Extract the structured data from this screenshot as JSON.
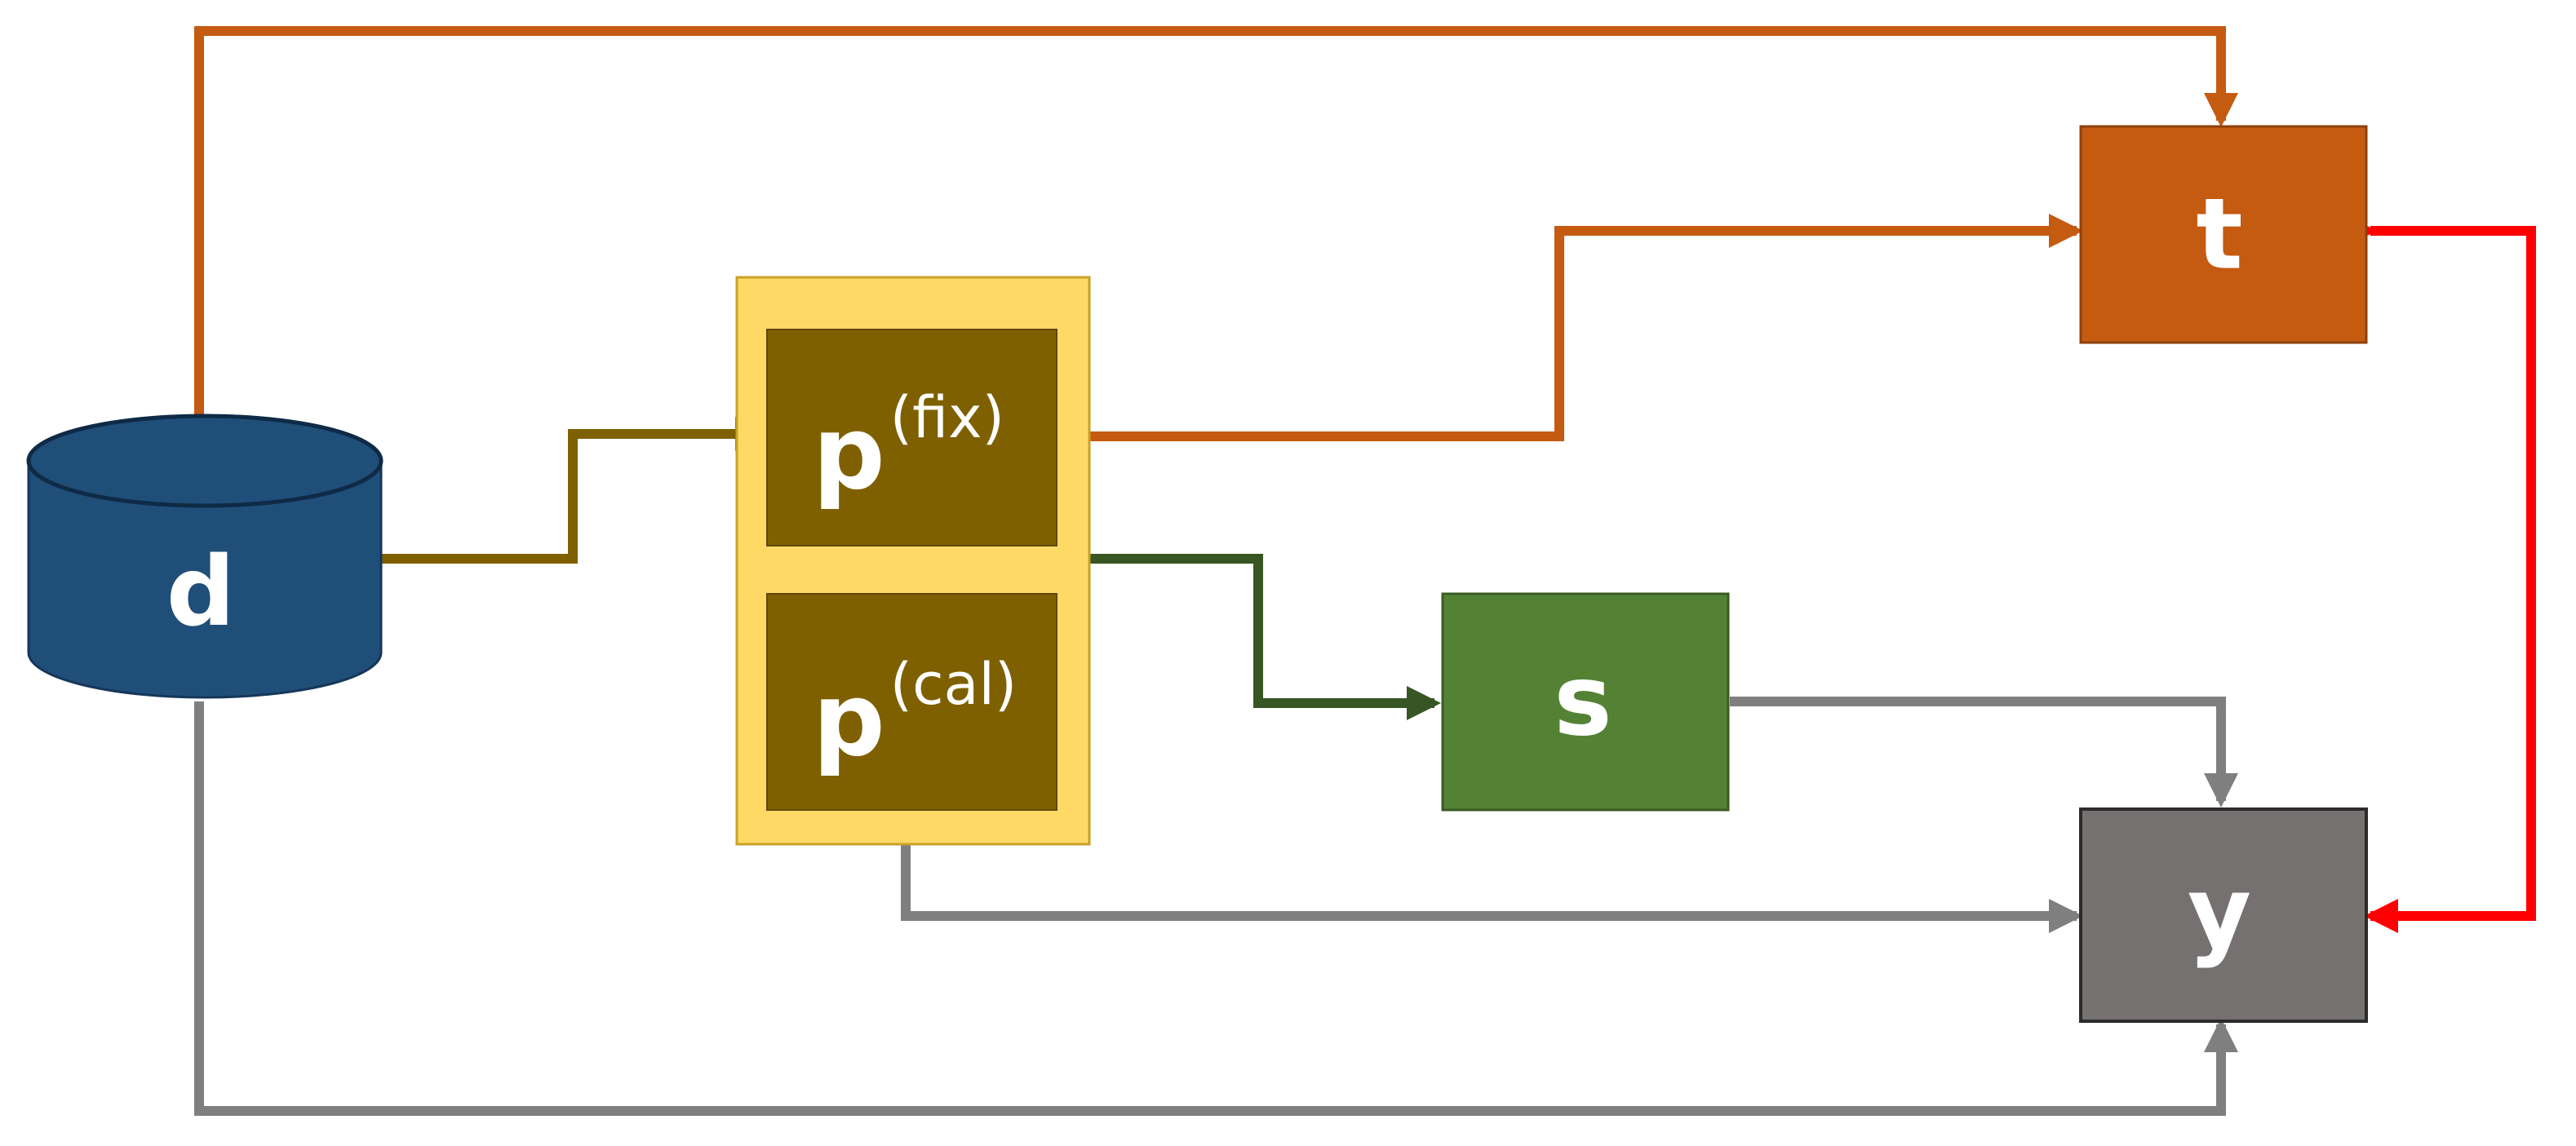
{
  "nodes": {
    "d": {
      "label": "d",
      "shape": "cylinder",
      "color": "#1f4e79"
    },
    "p_group": {
      "label": "",
      "shape": "container",
      "color": "#ffd966",
      "border": "#c9a227"
    },
    "p_fix": {
      "label": "p",
      "superscript": "(fix)",
      "color": "#7f6000"
    },
    "p_cal": {
      "label": "p",
      "superscript": "(cal)",
      "color": "#7f6000"
    },
    "s": {
      "label": "s",
      "color": "#548235"
    },
    "t": {
      "label": "t",
      "color": "#c55a11"
    },
    "y": {
      "label": "y",
      "color": "#767171"
    }
  },
  "edges": [
    {
      "from": "d",
      "to": "t",
      "color": "#c55a11"
    },
    {
      "from": "d",
      "to": "p_fix",
      "color": "#7f6000"
    },
    {
      "from": "p_fix",
      "to": "t",
      "color": "#c55a11"
    },
    {
      "from": "p_group",
      "to": "s",
      "color": "#375623"
    },
    {
      "from": "s",
      "to": "y",
      "color": "#7f7f7f"
    },
    {
      "from": "p_cal",
      "to": "y",
      "color": "#7f7f7f"
    },
    {
      "from": "d",
      "to": "y",
      "color": "#7f7f7f"
    },
    {
      "from": "t",
      "to": "y",
      "color": "#ff0000",
      "bidirectional": true
    }
  ]
}
